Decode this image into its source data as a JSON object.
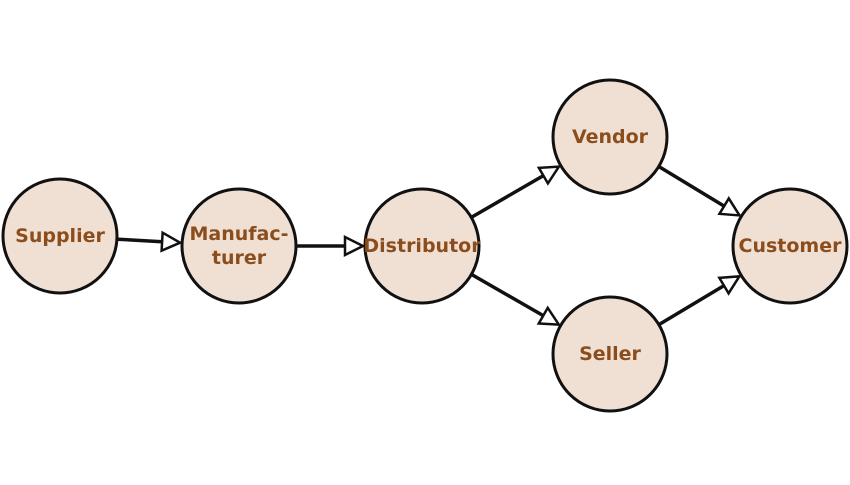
{
  "colors": {
    "node_fill": "#f0e0d4",
    "node_stroke": "#111111",
    "label": "#8b4d1c",
    "edge": "#111111"
  },
  "nodes": [
    {
      "id": "supplier",
      "lines": [
        "Supplier"
      ]
    },
    {
      "id": "manufacturer",
      "lines": [
        "Manufac-",
        "turer"
      ]
    },
    {
      "id": "distributor",
      "lines": [
        "Distributor"
      ]
    },
    {
      "id": "vendor",
      "lines": [
        "Vendor"
      ]
    },
    {
      "id": "seller",
      "lines": [
        "Seller"
      ]
    },
    {
      "id": "customer",
      "lines": [
        "Customer"
      ]
    }
  ],
  "edges": [
    {
      "from": "supplier",
      "to": "manufacturer"
    },
    {
      "from": "manufacturer",
      "to": "distributor"
    },
    {
      "from": "distributor",
      "to": "vendor"
    },
    {
      "from": "distributor",
      "to": "seller"
    },
    {
      "from": "vendor",
      "to": "customer"
    },
    {
      "from": "seller",
      "to": "customer"
    }
  ]
}
